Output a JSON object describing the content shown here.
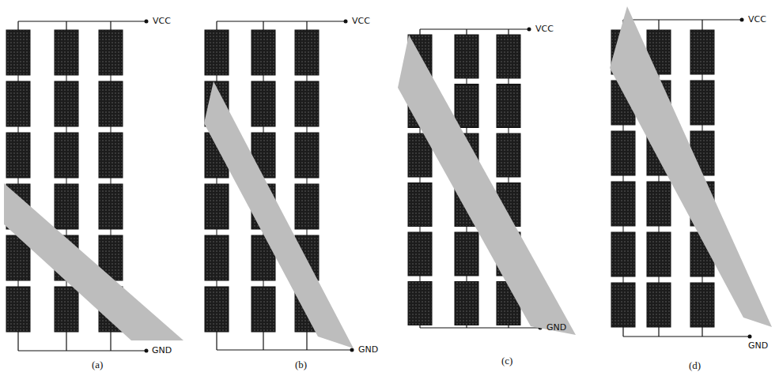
{
  "diagram": {
    "labels": [
      "VCC",
      "GND",
      "(a)",
      "VCC",
      "GND",
      "(b)",
      "VCC",
      "GND",
      "(c)",
      "VCC",
      "GND",
      "(d)"
    ]
  }
}
